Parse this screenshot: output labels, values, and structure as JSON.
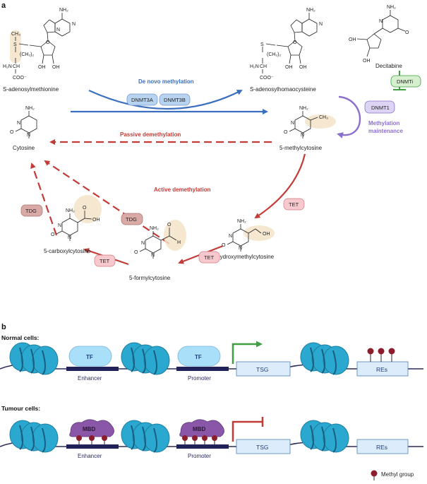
{
  "panels": {
    "a": "a",
    "b": "b"
  },
  "molecules": {
    "sam": "S-adenosylmethionine",
    "sah": "S-adenosylhomaocysteine",
    "decitabine": "Decitabine",
    "cytosine": "Cytosine",
    "mc": "5-methylcytosine",
    "hmc": "5-hydroxymethylcytosine",
    "fc": "5-formylcytosine",
    "cac": "5-carboxylcytosine"
  },
  "atoms": {
    "nh2": "NH₂",
    "n": "N",
    "o": "O",
    "s": "S",
    "oh": "OH",
    "ch3": "CH₃",
    "h2n": "H₂N",
    "ch": "CH",
    "coo": "COO⁻",
    "ch2_2": "(CH₂)₂",
    "h": "H"
  },
  "pathways": {
    "de_novo": "De novo methylation",
    "passive": "Passive demethylation",
    "active": "Active demethylation",
    "maintenance_line1": "Methylation",
    "maintenance_line2": "maintenance"
  },
  "enzymes": {
    "dnmt3a": "DNMT3A",
    "dnmt3b": "DNMT3B",
    "dnmt1": "DNMT1",
    "dnmti": "DNMTi",
    "tet": "TET",
    "tdg": "TDG"
  },
  "rows": {
    "normal": "Normal cells:",
    "tumour": "Tumour cells:"
  },
  "genome": {
    "tf": "TF",
    "mbd": "MBD",
    "enhancer": "Enhancer",
    "promoter": "Promoter",
    "tsg": "TSG",
    "res": "REs"
  },
  "legend": {
    "methyl_group": "Methyl group"
  },
  "colors": {
    "blue": "#3a6fc0",
    "red": "#c33b36",
    "purple": "#8b6fcf",
    "green": "#3f9f3f",
    "nucleosome": "#2aa8d0",
    "tf_fill": "#a9dff8",
    "mbd_fill": "#8a56a8",
    "methyl": "#8c1d2c",
    "highlight": "#f3e3c8"
  }
}
